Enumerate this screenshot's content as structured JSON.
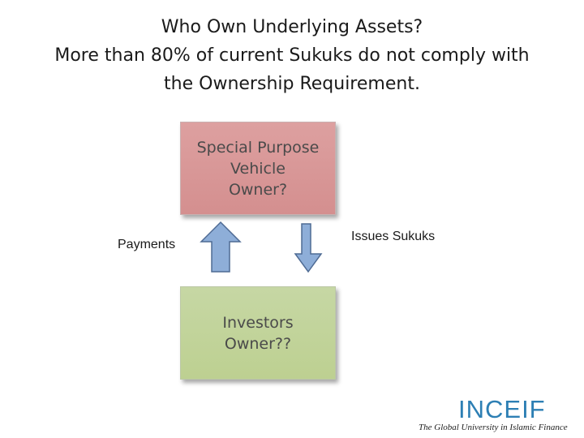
{
  "title": {
    "line1": "Who Own Underlying Assets?",
    "line2": "More than 80% of  current Sukuks do not comply with",
    "line3": "the Ownership Requirement."
  },
  "spv_box": {
    "line1": "Special Purpose",
    "line2": "Vehicle",
    "line3": "Owner?"
  },
  "investors_box": {
    "line1": "Investors",
    "line2": "Owner??"
  },
  "labels": {
    "payments": "Payments",
    "issues": "Issues Sukuks"
  },
  "logo": {
    "name": "INCEIF",
    "tagline": "The Global University in Islamic Finance"
  },
  "colors": {
    "spv_fill": "#d48f8f",
    "investors_fill": "#bdd091",
    "arrow_fill": "#8eaed8",
    "arrow_stroke": "#4f6b94",
    "logo_blue": "#2d7fb4"
  }
}
